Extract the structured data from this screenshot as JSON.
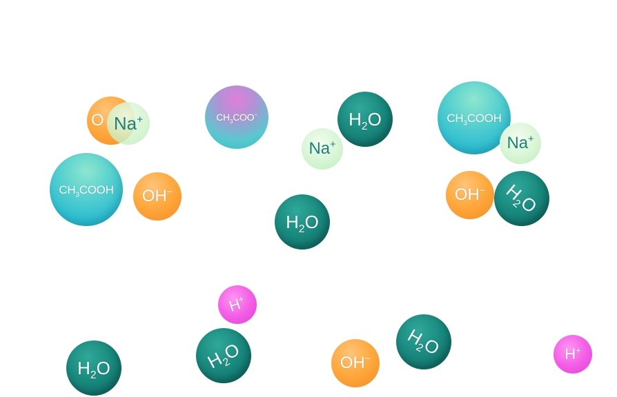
{
  "scene": {
    "labels": {
      "water_main": "H",
      "water_sub": "2",
      "water_end": "O",
      "acetic_main": "CH",
      "acetic_sub": "3",
      "acetic_end": "COOH",
      "acetate_main": "CH",
      "acetate_sub": "3",
      "acetate_end": "COO",
      "acetate_charge": "−",
      "hydroxide_main": "OH",
      "hydroxide_charge": "−",
      "sodium_main": "Na",
      "sodium_charge": "+",
      "hydrogen_main": "H",
      "hydrogen_charge": "+",
      "partial_o": "O"
    },
    "colors": {
      "water": "#1a8a7f",
      "acetic_acid": "#38c4d0",
      "acetate": "#b391d5",
      "hydroxide": "#ffa53a",
      "sodium": "#d7f5d4",
      "sodium_text": "#1f7f7a",
      "hydrogen": "#f45fe7"
    }
  }
}
